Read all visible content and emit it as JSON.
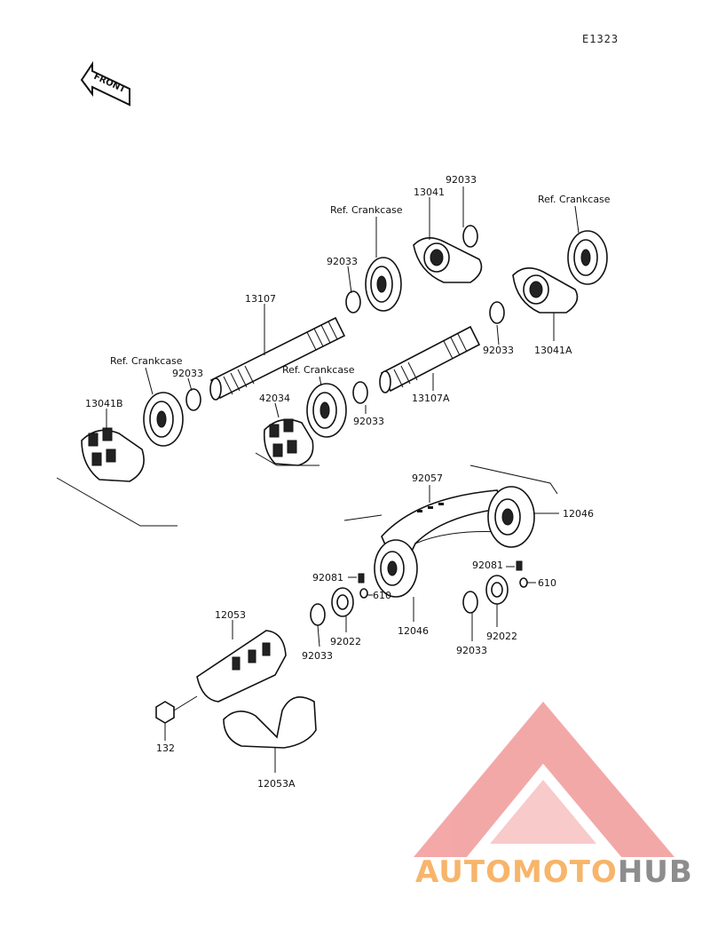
{
  "diagram": {
    "code": "E1323",
    "front_label": "FRONT",
    "labels": {
      "p13041_top": "13041",
      "p92033_top": "92033",
      "ref_crankcase_top": "Ref. Crankcase",
      "ref_crankcase_right": "Ref. Crankcase",
      "p92033_mid": "92033",
      "p13107": "13107",
      "ref_crankcase_left": "Ref. Crankcase",
      "p92033_left": "92033",
      "ref_crankcase_center": "Ref. Crankcase",
      "p13041B": "13041B",
      "p42034": "42034",
      "p92033_center": "92033",
      "p13107A": "13107A",
      "p92033_right": "92033",
      "p13041A": "13041A",
      "p92057": "92057",
      "p12046_right": "12046",
      "p92081_left": "92081",
      "p610_left": "610",
      "p92081_right": "92081",
      "p610_right": "610",
      "p12046_center": "12046",
      "p92022_left": "92022",
      "p92022_right": "92022",
      "p92033_bottom_left": "92033",
      "p92033_bottom_right": "92033",
      "p12053": "12053",
      "p132": "132",
      "p12053A": "12053A"
    }
  },
  "watermark": {
    "text_part1": "AUTOMOTO",
    "text_part2": "HUB",
    "color_orange": "#f7b56a",
    "color_red": "#f08b8b",
    "color_gray": "#8d8d8d"
  }
}
